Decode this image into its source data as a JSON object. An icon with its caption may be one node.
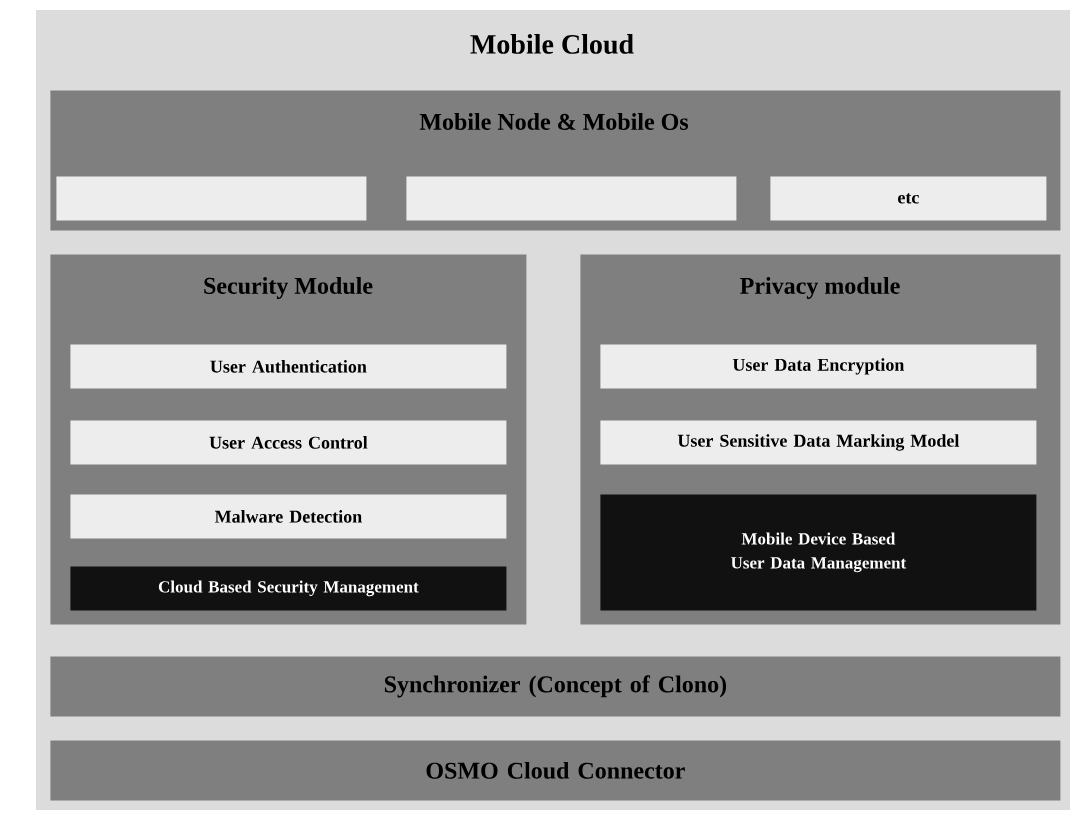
{
  "diagram": {
    "title": "Mobile Cloud",
    "nodes": [
      {
        "text": [
          "Mobile Node & Mobile Os"
        ]
      },
      {
        "text": [],
        "shape": "box",
        "in": 0
      },
      {
        "text": [],
        "shape": "box",
        "in": 0
      },
      {
        "text": [
          "etc"
        ],
        "in": 0
      },
      {
        "text": [
          "Security Module"
        ]
      },
      {
        "text": [
          "User Authentication"
        ],
        "in": 4
      },
      {
        "text": [
          "User Access Control"
        ],
        "in": 4
      },
      {
        "text": [
          "Malware Detection"
        ],
        "in": 4
      },
      {
        "text": [
          "Cloud Based Security Management"
        ],
        "in": 4
      },
      {
        "text": [
          "Privacy module"
        ]
      },
      {
        "text": [
          "User Data Encryption"
        ],
        "in": 9
      },
      {
        "text": [
          "User Sensitive Data Marking Model"
        ],
        "in": 9
      },
      {
        "text": [
          "Mobile Device Based User Data Management"
        ],
        "in": 9
      },
      {
        "text": [
          "Synchronizer (Concept of Clono)"
        ]
      },
      {
        "text": [
          "OSMO Cloud Connector"
        ]
      }
    ]
  }
}
